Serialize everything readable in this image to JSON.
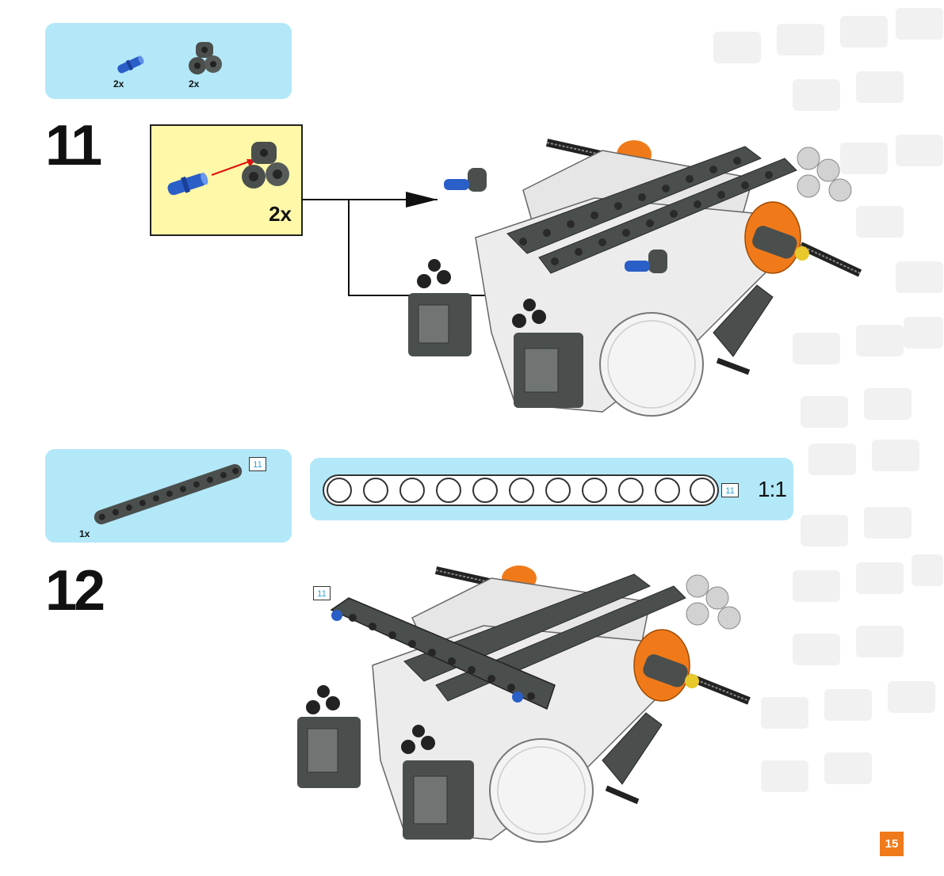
{
  "page": {
    "number": "15",
    "accent_orange": "#f07a1a",
    "panel_blue": "#b3e8f9",
    "callout_yellow": "#fef8a8"
  },
  "step11": {
    "number": "11",
    "parts": [
      {
        "name": "blue-axle-pin-icon",
        "qty": "2x"
      },
      {
        "name": "dark-gray-cross-block-icon",
        "qty": "2x"
      }
    ],
    "callout_qty": "2x"
  },
  "step12": {
    "number": "12",
    "parts": [
      {
        "name": "dark-gray-beam-11-icon",
        "qty": "1x",
        "length_tag": "11"
      }
    ],
    "beam_length_tag": "11",
    "scale_label": "1:1",
    "model_tag": "11"
  }
}
